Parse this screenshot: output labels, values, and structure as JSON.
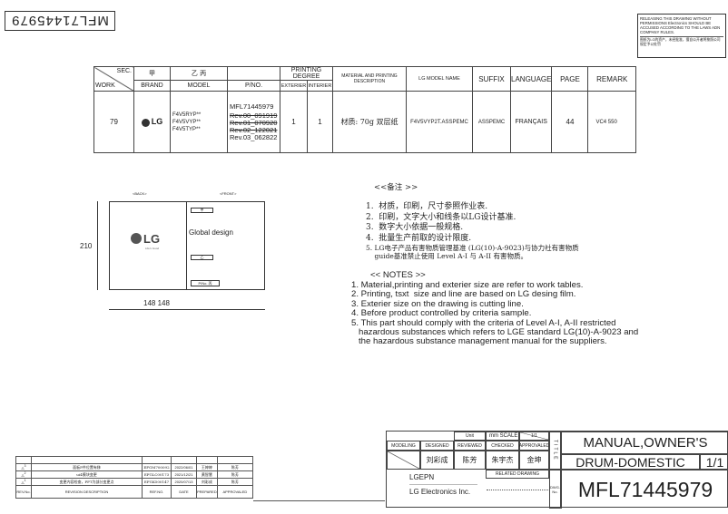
{
  "corner_pno": "MFL71445979",
  "warning": {
    "en": "RELEASING THIS DRAWING WITHOUT PERMISSIONS Electronics SHOULD BE ACCUSED ACCORDING TO THE LAWS ADN COMPANY RULES.",
    "cn": "图纸为LG的资产，未经批准，擅自公开者将按照公司规定予以处罚"
  },
  "table": {
    "headers": {
      "sec": "SEC.",
      "work": "WORK",
      "brand_cn": "甲",
      "brand": "BRAND",
      "model_cn": "乙 丙",
      "model": "MODEL",
      "pno": "P/NO.",
      "printing_degree": "PRINTING DEGREE",
      "exterier": "EXTERIER",
      "interier": "INTERIER",
      "material": "MATERIAL AND PRINTING DESCRIPTION",
      "lg_model": "LG MODEL NAME",
      "suffix": "SUFFIX",
      "language": "LANGUAGE",
      "page": "PAGE",
      "remark": "REMARK"
    },
    "row": {
      "work": "79",
      "brand": "LG",
      "models": [
        "F4V5RYP**",
        "F4V5VYP**",
        "F4V5TYP**"
      ],
      "pno": "MFL71445979",
      "revs": [
        "Rev.00_091919",
        "Rev.01_070920",
        "Rev.02_122021"
      ],
      "rev_current": "Rev.03_062822",
      "exterier": "1",
      "interier": "1",
      "material": "材质: 70g 双层纸",
      "lg_model": "F4V5VYP2T.ASSPEMC",
      "suffix": "ASSPEMC",
      "language": "FRANÇAIS",
      "page": "44",
      "remark": "VC4 550"
    }
  },
  "drawing": {
    "back": "<BACK>",
    "front": "<FRONT>",
    "height": "210",
    "width": "148 148",
    "logo": "LG",
    "slogan": "Life's Good",
    "global": "Global design",
    "box1": "甲",
    "box2": "乙",
    "pno_box": "P/No. 丙"
  },
  "notes_cn": {
    "title": "<<备注 >>",
    "items": [
      "1.  材质，印刷，尺寸参照作业表.",
      "2.  印刷，文字大小和线条以LG设计基准.",
      "3.  数字大小依据一般规格.",
      "4.  批量生产前取的设计限度.",
      "5. LG电子产品有害物质管理基准 (LG(10)-A-9023)与协力社有害物质",
      "    guide基准禁止使用 Level A-I 与 A-II 有害物质。"
    ]
  },
  "notes_en": {
    "title": "<< NOTES >>",
    "items": [
      "1. Material,printing and exterier size are refer to work tables.",
      "2. Printing, tsxt  size and line are based on LG desing film.",
      "3. Exterier size on the drawing is cutting line.",
      "4. Before product controlled by criteria sample.",
      "5. This part should comply with the criteria of Level A-I, A-II restricted",
      "   hazardous substances which refers to LGE standard LG(10)-A-9023 and",
      "   the hazardous substance management manual for the suppliers."
    ]
  },
  "revisions": {
    "rows": [
      {
        "no": "3",
        "desc": "面板P件位置有移",
        "ref": "EFGM700092",
        "date": "2022/06/01",
        "prepared": "王婷婷",
        "approved": "陈芳"
      },
      {
        "no": "2",
        "desc": "ui4模块变更",
        "ref": "EFGLC00173",
        "date": "2021/12/21",
        "prepared": "黄智慧",
        "approved": "陈芳"
      },
      {
        "no": "1",
        "desc": "变更内容检查，PPT为部分变更点",
        "ref": "EFGK500147",
        "date": "2020/07/13",
        "prepared": "刘彩成",
        "approved": "陈芳"
      }
    ],
    "headers": {
      "no": "REV.No.",
      "desc": "REVISION DESCRIPTION",
      "ref": "REF.NO.",
      "date": "DATE",
      "prepared": "PREPARED",
      "approved": "APPROVALED"
    }
  },
  "titleblock": {
    "unit_label": "Unit",
    "unit": "mm",
    "scale_label": "SCALE",
    "scale_top": "1",
    "scale_bottom": "1",
    "modeling": "MODELING",
    "designed": "DESIGNED",
    "reviewed": "REVIEWED",
    "checked": "CHECKED",
    "approvaled": "APPROVALED",
    "designer": "刘彩成",
    "reviewer": "陈芳",
    "checker": "朱宇杰",
    "approver": "金坤",
    "company_code": "LGEPN",
    "company": "LG Electronics Inc.",
    "related": "RELATED DRAWING",
    "title_label": "TITLE",
    "dwg_label": "DWG. No.",
    "title1": "MANUAL,OWNER'S",
    "title2": "DRUM-DOMESTIC",
    "sheet": "1/1",
    "dwg_no": "MFL71445979"
  }
}
